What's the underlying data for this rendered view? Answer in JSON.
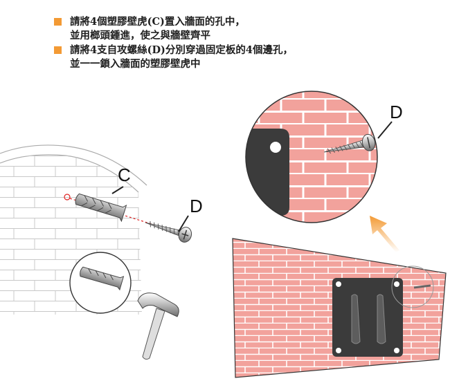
{
  "instructions": [
    {
      "lines": [
        "請將4個塑膠壁虎(C)置入牆面的孔中，",
        "並用榔頭鍾進，使之與牆壁齊平"
      ]
    },
    {
      "lines": [
        "請將4支自攻螺絲(D)分別穿過固定板的4個邊孔，",
        "並一一鎖入牆面的塑膠壁虎中"
      ]
    }
  ],
  "labels": {
    "anchor": "C",
    "screw_left": "D",
    "screw_zoom": "D"
  },
  "colors": {
    "bullet": "#f39a34",
    "brick": "#f2a29c",
    "mortar": "#ffffff",
    "plate": "#3b3b3b",
    "arrow": "#f39a34",
    "guide": "#e02020"
  }
}
